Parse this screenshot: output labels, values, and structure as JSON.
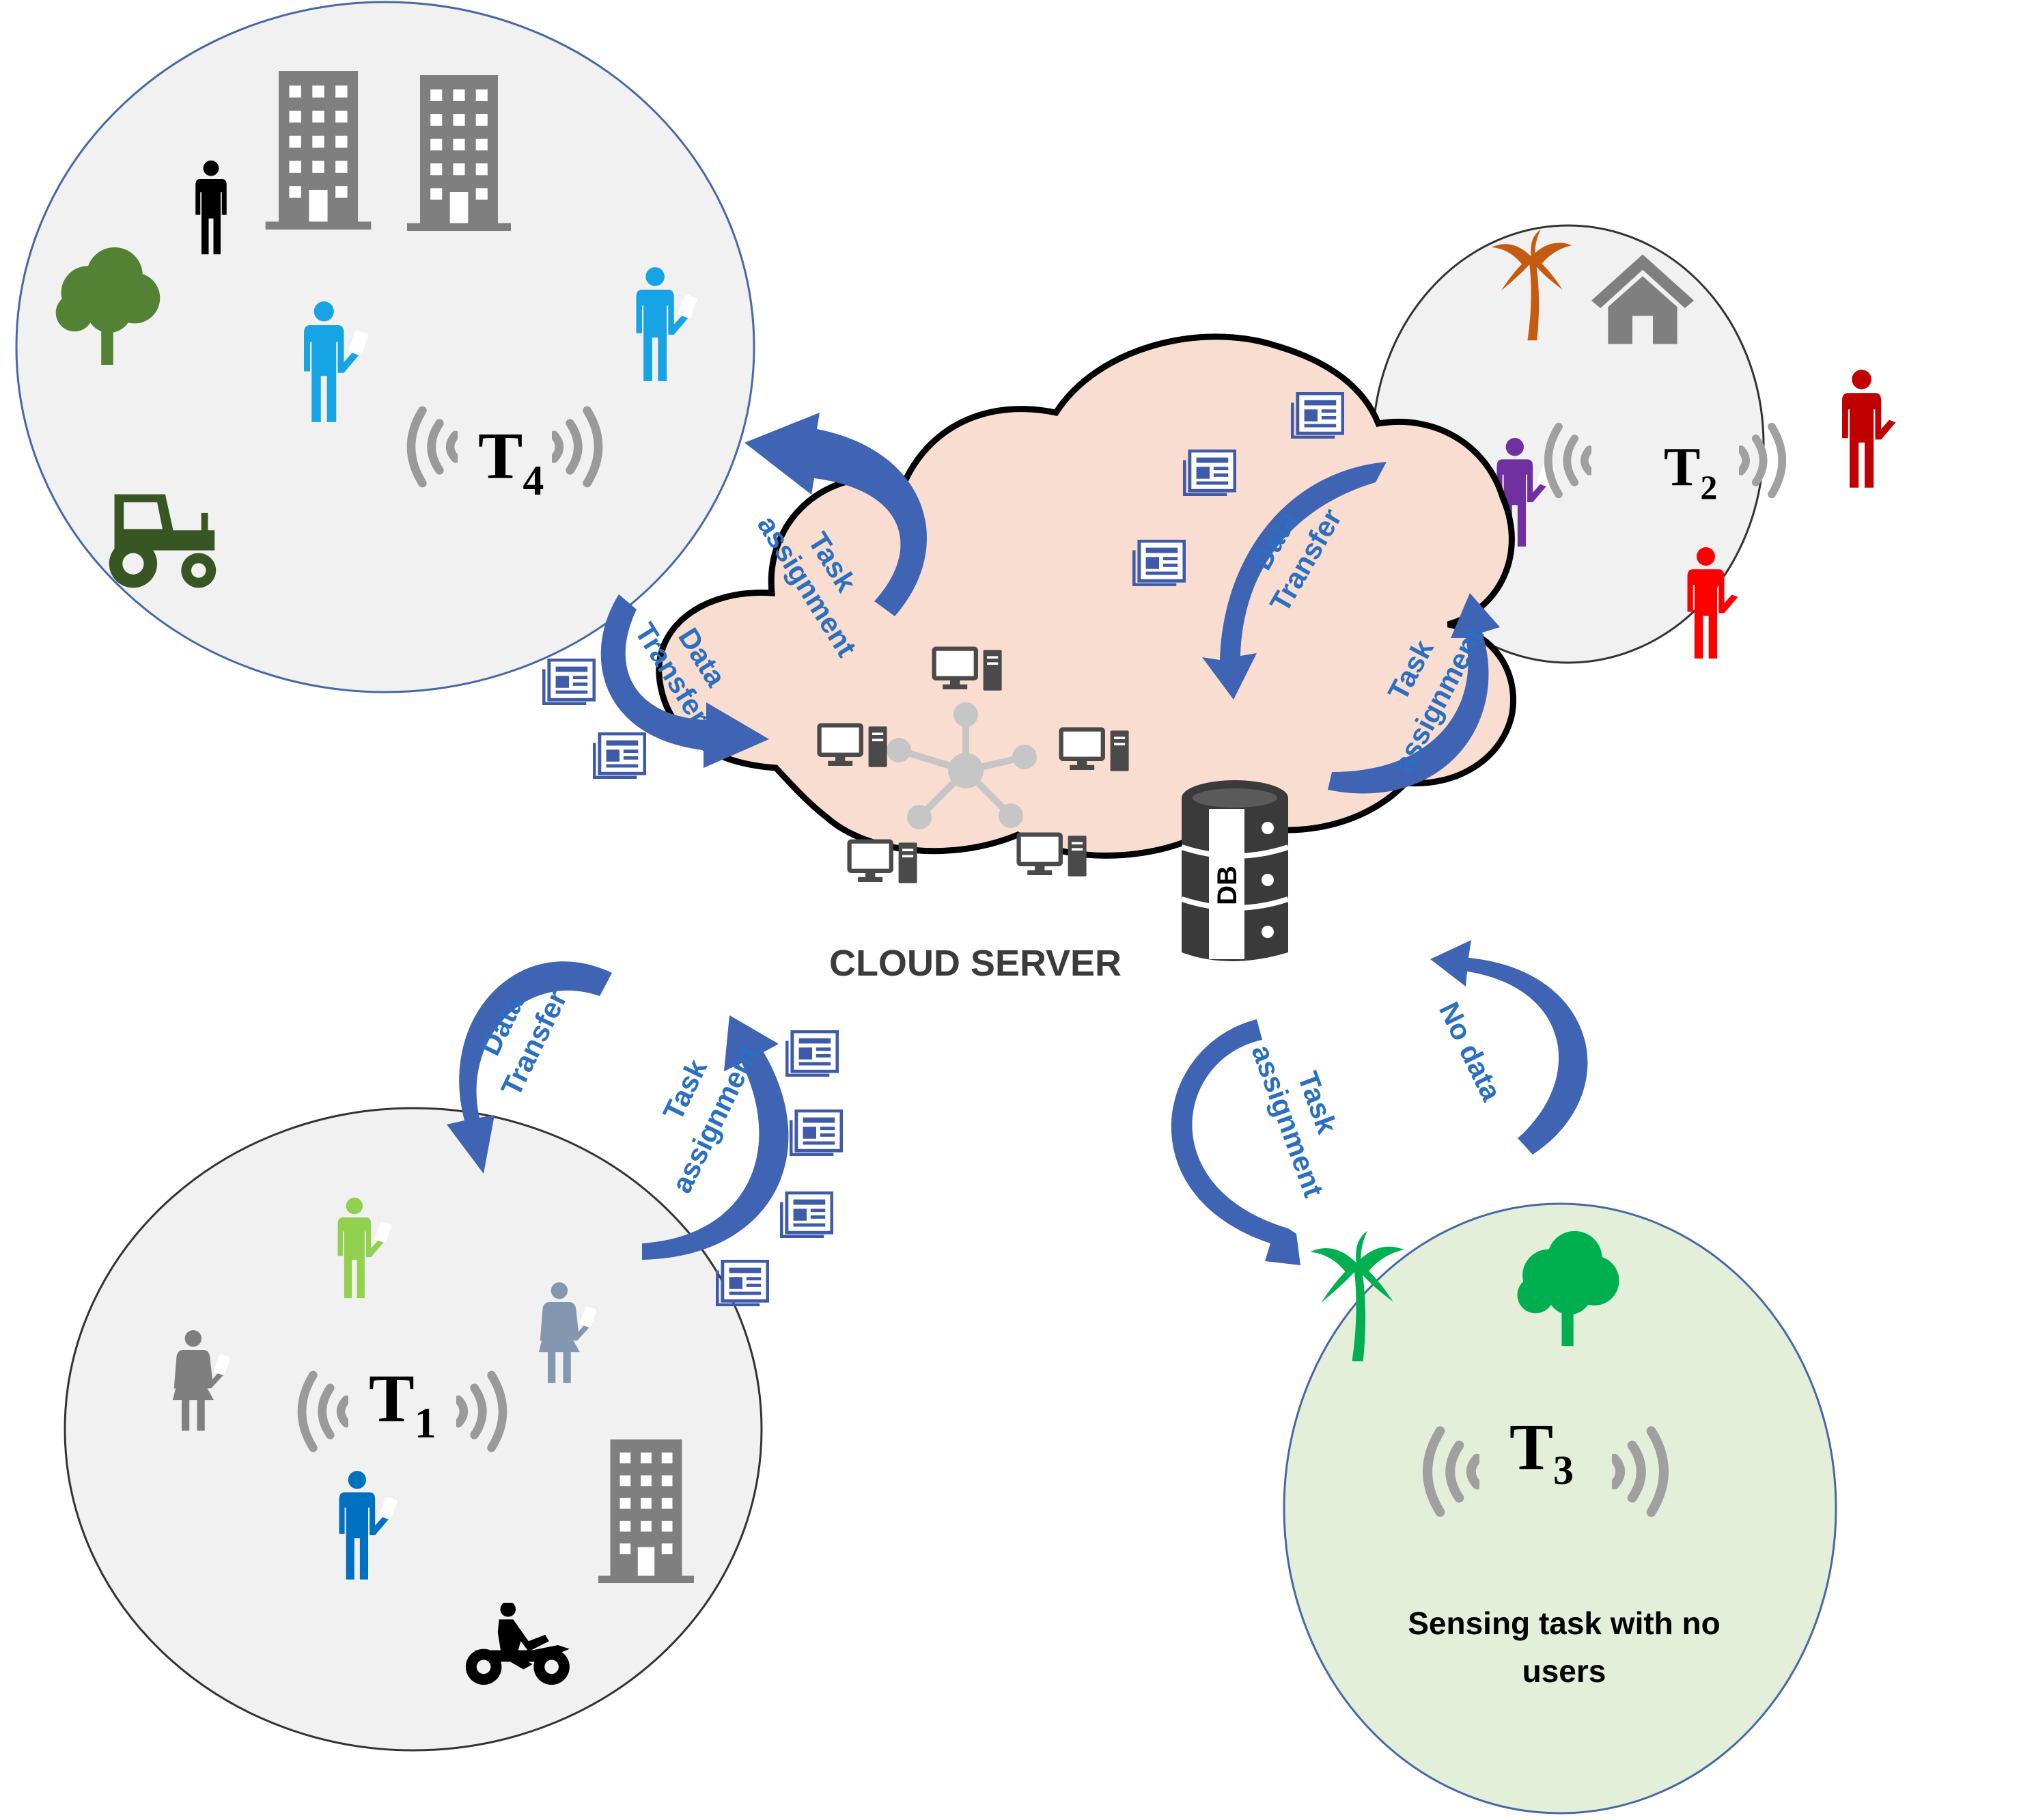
{
  "cloud": {
    "label": "CLOUD SERVER",
    "db_label": "DB"
  },
  "zones": {
    "t4": {
      "name": "T",
      "sub": "4"
    },
    "t2": {
      "name": "T",
      "sub": "2"
    },
    "t1": {
      "name": "T",
      "sub": "1"
    },
    "t3": {
      "name": "T",
      "sub": "3",
      "caption_line1": "Sensing task with no",
      "caption_line2": "users"
    }
  },
  "flows": {
    "t4_task": {
      "line1": "Task",
      "line2": "assignment"
    },
    "t4_data": {
      "line1": "Data",
      "line2": "Transfer"
    },
    "t2_data": {
      "line1": "Data",
      "line2": "Transfer"
    },
    "t2_task": {
      "line1": "Task",
      "line2": "assignment"
    },
    "t1_data": {
      "line1": "Data",
      "line2": "Transfer"
    },
    "t1_task": {
      "line1": "Task",
      "line2": "assignment"
    },
    "t3_task": {
      "line1": "Task",
      "line2": "assignment"
    },
    "t3_nodata": {
      "line1": "No data"
    }
  },
  "colors": {
    "zone_fill": "#f1f1f1",
    "t3_fill": "#e3efd9",
    "cloud_fill": "#f9ddd0",
    "arrow": "#3f64b4",
    "label_blue": "#2a6fc0",
    "grey_icon": "#8a8a8a"
  }
}
